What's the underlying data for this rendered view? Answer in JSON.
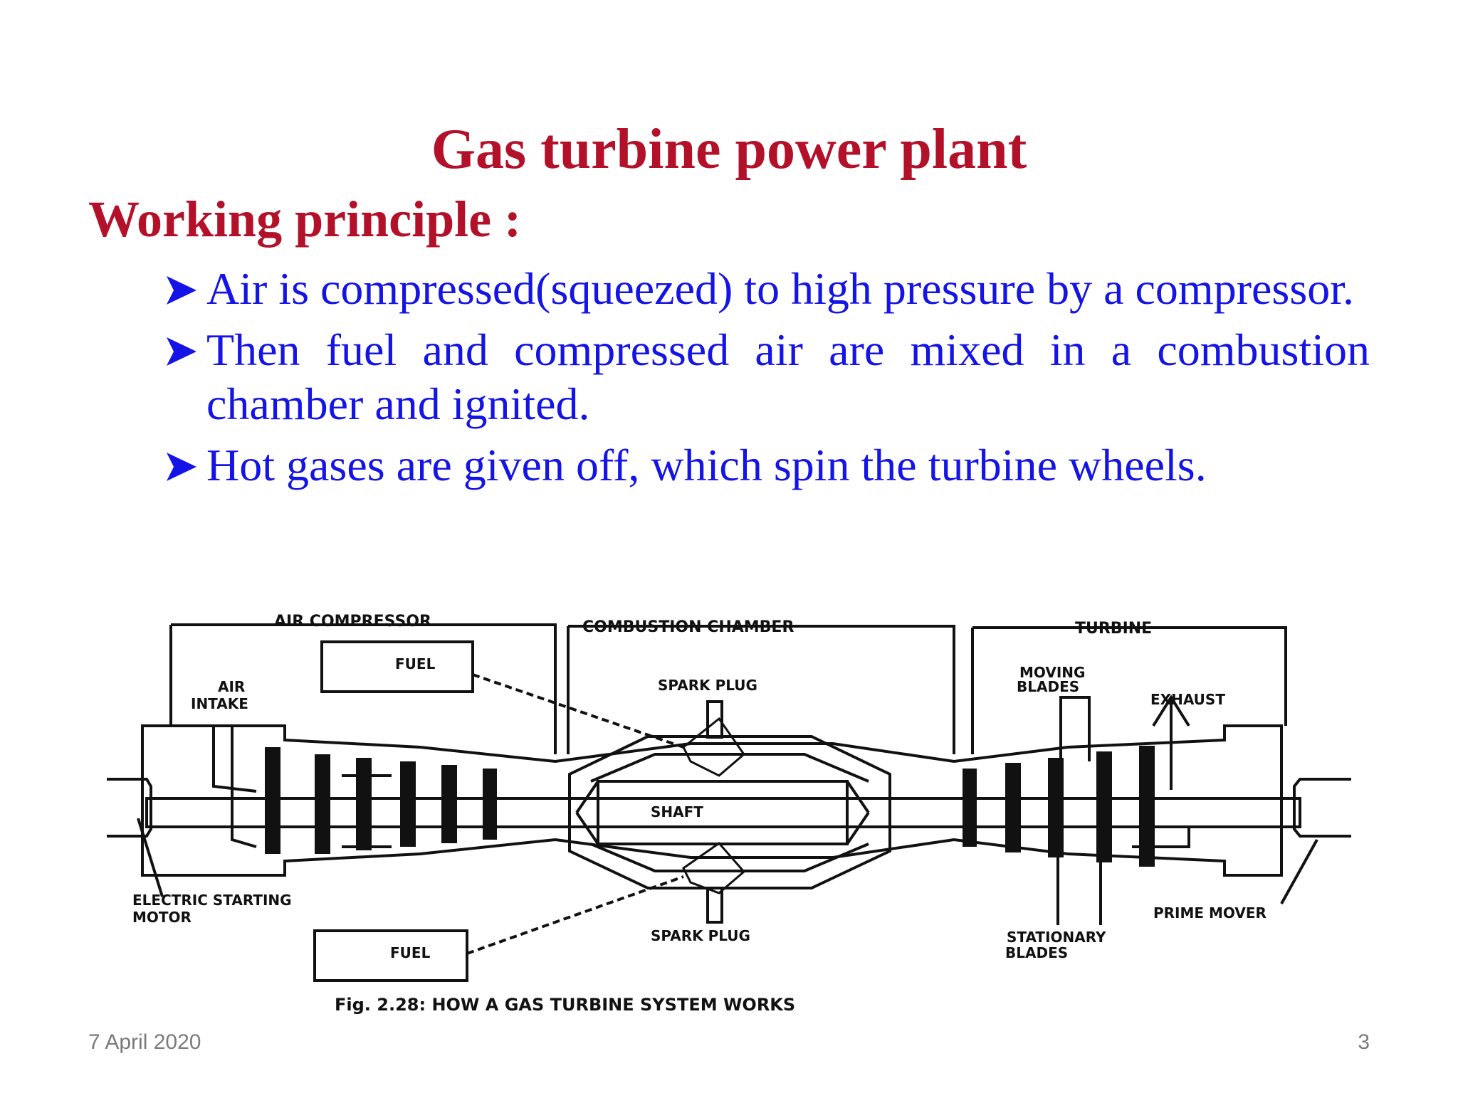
{
  "slide": {
    "title": "Gas turbine power plant",
    "subtitle": "Working principle :",
    "bullets": [
      "Air is compressed(squeezed) to high pressure by a compressor.",
      "Then fuel and compressed air are mixed in a combustion chamber and ignited.",
      "Hot gases are given off, which spin the turbine wheels."
    ],
    "bullet_icon": "arrowhead-bullet-icon",
    "colors": {
      "title": "#b3112a",
      "bullets": "#1414e6",
      "footer": "#7a7a7a"
    }
  },
  "figure": {
    "section_labels": {
      "compressor": "AIR COMPRESSOR",
      "combustion": "COMBUSTION CHAMBER",
      "turbine": "TURBINE"
    },
    "labels": {
      "fuel_top": "FUEL",
      "fuel_bottom": "FUEL",
      "air_intake_1": "AIR",
      "air_intake_2": "INTAKE",
      "spark_plug_top": "SPARK PLUG",
      "spark_plug_bottom": "SPARK PLUG",
      "shaft": "SHAFT",
      "moving_blades_1": "MOVING",
      "moving_blades_2": "BLADES",
      "exhaust": "EXHAUST",
      "electric_motor_1": "ELECTRIC STARTING",
      "electric_motor_2": "MOTOR",
      "stationary_blades_1": "STATIONARY",
      "stationary_blades_2": "BLADES",
      "prime_mover": "PRIME MOVER"
    },
    "caption": "Fig. 2.28: HOW A GAS TURBINE SYSTEM WORKS"
  },
  "footer": {
    "date": "7 April 2020",
    "page": "3"
  }
}
